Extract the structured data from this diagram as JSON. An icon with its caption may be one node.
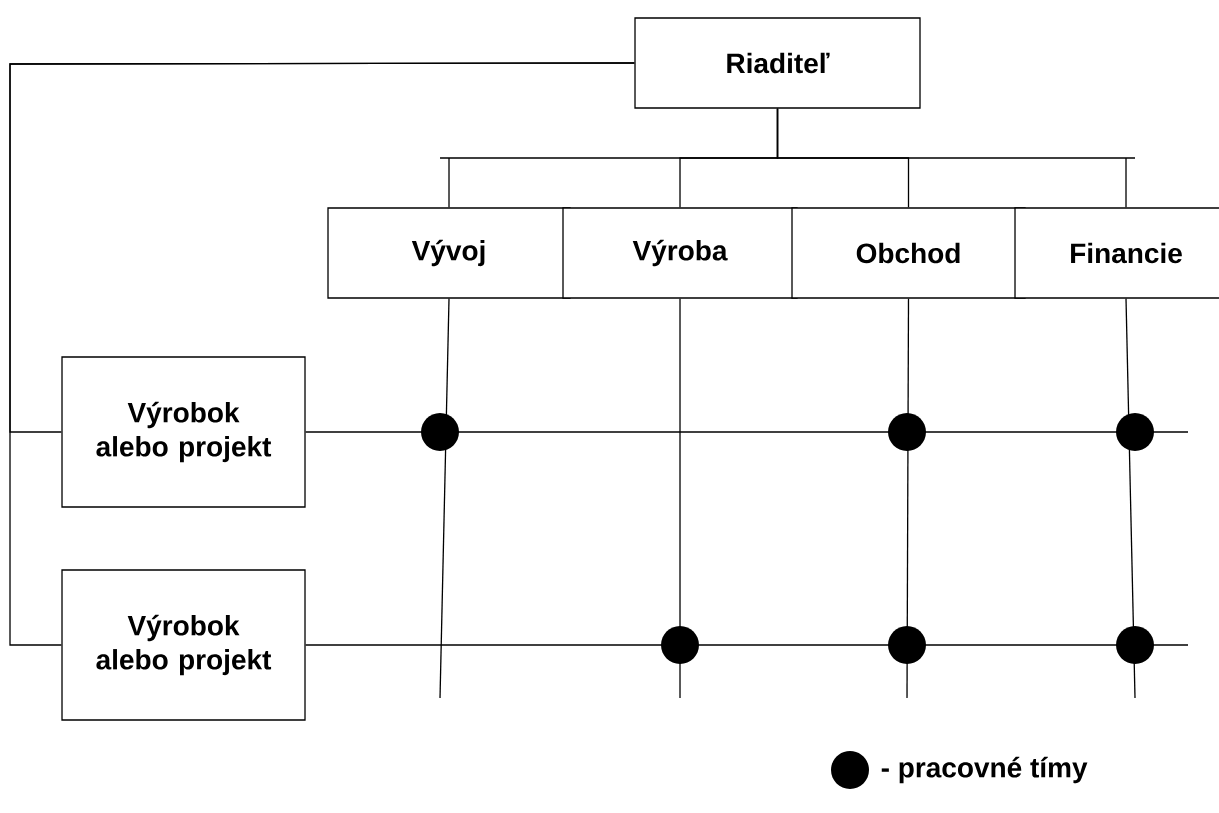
{
  "diagram": {
    "nodes": [
      {
        "text": [
          "Riaditeľ"
        ]
      },
      {
        "text": [
          "Vývoj"
        ]
      },
      {
        "text": [
          "Výroba"
        ]
      },
      {
        "text": [
          "Obchod"
        ]
      },
      {
        "text": [
          "Financie"
        ]
      },
      {
        "text": [
          "Výrobok alebo projekt"
        ]
      },
      {
        "text": [
          "Výrobok alebo projekt"
        ]
      },
      {
        "text": [],
        "shape": "circle"
      },
      {
        "text": [],
        "shape": "circle"
      },
      {
        "text": [],
        "shape": "circle"
      },
      {
        "text": [],
        "shape": "circle"
      },
      {
        "text": [],
        "shape": "circle"
      },
      {
        "text": [],
        "shape": "circle"
      }
    ],
    "edges": [
      {
        "from": 0,
        "to": 1,
        "arrow": "none"
      },
      {
        "from": 0,
        "to": 2,
        "arrow": "none"
      },
      {
        "from": 0,
        "to": 3,
        "arrow": "none"
      },
      {
        "from": 0,
        "to": 4,
        "arrow": "none"
      },
      {
        "from": 0,
        "to": 5,
        "arrow": "none"
      },
      {
        "from": 0,
        "to": 6,
        "arrow": "none"
      },
      {
        "from": 1,
        "to": null,
        "arrow": "none"
      },
      {
        "from": 2,
        "to": null,
        "arrow": "none"
      },
      {
        "from": 3,
        "to": null,
        "arrow": "none"
      },
      {
        "from": 4,
        "to": null,
        "arrow": "none"
      },
      {
        "from": 5,
        "to": null,
        "arrow": "none"
      },
      {
        "from": 6,
        "to": null,
        "arrow": "none"
      }
    ],
    "legend": [
      {
        "text": "- pracovné tímy"
      }
    ]
  }
}
